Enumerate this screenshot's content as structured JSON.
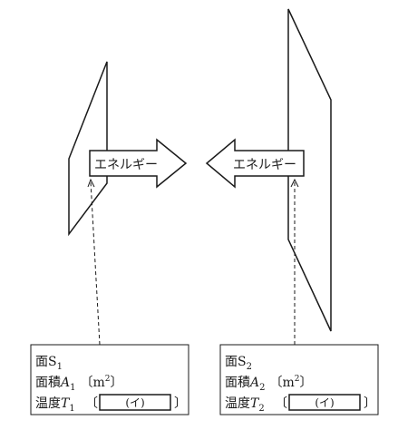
{
  "arrow_left_label": "エネルギー",
  "arrow_right_label": "エネルギー",
  "box1": {
    "surface_prefix": "面S",
    "surface_sub": "1",
    "area_prefix": "面積",
    "area_var": "A",
    "area_sub": "1",
    "unit_open": "〔m",
    "unit_sup": "2",
    "unit_close": "〕",
    "temp_prefix": "温度",
    "temp_var": "T",
    "temp_sub": "1",
    "bracket_open": "〔",
    "blank_label": "(イ)",
    "bracket_close": "〕"
  },
  "box2": {
    "surface_prefix": "面S",
    "surface_sub": "2",
    "area_prefix": "面積",
    "area_var": "A",
    "area_sub": "2",
    "unit_open": "〔m",
    "unit_sup": "2",
    "unit_close": "〕",
    "temp_prefix": "温度",
    "temp_var": "T",
    "temp_sub": "2",
    "bracket_open": "〔",
    "blank_label": "(イ)",
    "bracket_close": "〕"
  }
}
